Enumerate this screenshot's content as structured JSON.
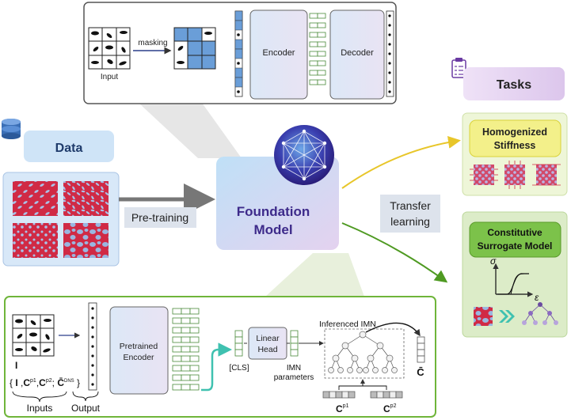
{
  "pretrain_panel": {
    "input_label": "Input",
    "masking_label": "masking",
    "encoder_label": "Encoder",
    "decoder_label": "Decoder"
  },
  "data_panel": {
    "title": "Data"
  },
  "pretraining_label": "Pre-training",
  "foundation_model": {
    "line1": "Foundation",
    "line2": "Model"
  },
  "transfer_label": {
    "line1": "Transfer",
    "line2": "learning"
  },
  "tasks": {
    "title": "Tasks",
    "task1": {
      "line1": "Homogenized",
      "line2": "Stiffness"
    },
    "task2": {
      "line1": "Constitutive",
      "line2": "Surrogate Model",
      "sigma": "σ",
      "epsilon": "ε"
    }
  },
  "finetune_panel": {
    "input_symbol": "I",
    "formula_I": "I",
    "formula_C": "C",
    "formula_p1": "p1",
    "formula_p2": "p2",
    "formula_Cbar": "C̄",
    "formula_dns": "DNS",
    "inputs_label": "Inputs",
    "output_label": "Output",
    "pretrained_encoder_line1": "Pretrained",
    "pretrained_encoder_line2": "Encoder",
    "cls_label": "[CLS]",
    "linear_head_line1": "Linear",
    "linear_head_line2": "Head",
    "imn_params_line1": "IMN",
    "imn_params_line2": "parameters",
    "inferenced_imn_label": "Inferenced IMN",
    "cbar_label": "C̄",
    "cp1_label": "C",
    "cp1_sup": "p1",
    "cp2_label": "C",
    "cp2_sup": "p2"
  },
  "colors": {
    "panel_border": "#555555",
    "green_border": "#6fb53a",
    "tasks_purple": "#e6d6f2",
    "yellow_box": "#f3f08a",
    "green_box": "#7cc24a",
    "data_blue": "#cfe4f7",
    "foundation_purple": "#5a3a9a",
    "microstructure_red": "#d02a45",
    "inclusion_blue": "#9ab6e0",
    "arrow_yellow": "#e8c62a",
    "arrow_green": "#4f9a22",
    "teal_arrow": "#3fc1b0"
  }
}
